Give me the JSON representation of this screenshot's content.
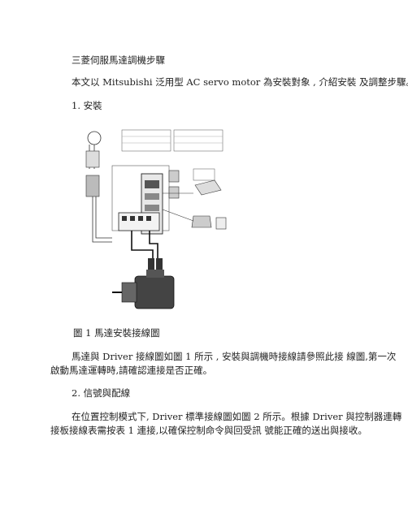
{
  "doc": {
    "title": "三菱伺服馬達調機步驟",
    "intro": "本文以 Mitsubishi 泛用型 AC servo motor 為安裝對象 , 介紹安裝 及調整步驟。",
    "section1_heading": "1. 安裝",
    "figure_caption": "圖 1 馬達安裝接線圖",
    "para1_line1": "馬達與 Driver 接線圖如圖 1 所示 , 安裝與調機時接線請參照此接 線圖,第一次",
    "para1_line2": "啟動馬達運轉時,請確認連接是否正確。",
    "section2_heading": "2. 信號與配線",
    "para2_line1": "在位置控制模式下, Driver 標準接線圖如圖 2 所示。根據 Driver 與控制器連轉",
    "para2_line2": "接板接線表需按表 1 連接,以確保控制命令與回受訊 號能正確的送出與接收。"
  }
}
